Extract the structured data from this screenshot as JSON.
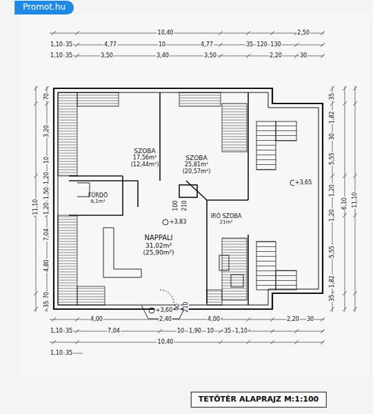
{
  "diagram": {
    "title": "TETŐTÉR ALAPRAJZ M:1:100",
    "nodes": [
      {
        "text": [
          "Promot.hu"
        ]
      },
      {
        "text": [
          "SZOBA",
          "17,56m²",
          "(12,44m²)"
        ]
      },
      {
        "text": [
          "SZOBA",
          "25,81m²",
          "(20,57m²)"
        ]
      },
      {
        "text": [
          "FÜRDŐ",
          "9,1m²"
        ]
      },
      {
        "text": [
          "IRÓ SZOBA",
          "21m²"
        ]
      },
      {
        "text": [
          "NAPPALI",
          "31,02m²",
          "(25,90m²)"
        ]
      },
      {
        "text": [
          "TETŐTÉR ALAPRAJZ M:1:100"
        ]
      }
    ],
    "labels": [
      "10,40",
      "2,50",
      "1,10",
      "35",
      "4,77",
      "10",
      "4,77",
      "35",
      "120",
      "130",
      "1,10",
      "35",
      "3,50",
      "3,40",
      "3,50",
      "2,20",
      "30",
      "4,00",
      "2,40",
      "4,00",
      "2,20",
      "30",
      "1,10",
      "35",
      "7,04",
      "10",
      "1,90",
      "10",
      "35",
      "1,10",
      "10,40",
      "1,10",
      "35",
      "70",
      "3,20",
      "10",
      "1,20",
      "1,50",
      "1,20",
      "7,04",
      "4,80",
      "70",
      "35",
      "11,10",
      "35",
      "1,82",
      "30",
      "5,55",
      "1,20",
      "6,10",
      "1,20",
      "5,55",
      "1,82",
      "35",
      "11,10",
      "+3,83",
      "+3,65",
      "+3,60",
      "100",
      "210",
      "90",
      "210"
    ]
  }
}
